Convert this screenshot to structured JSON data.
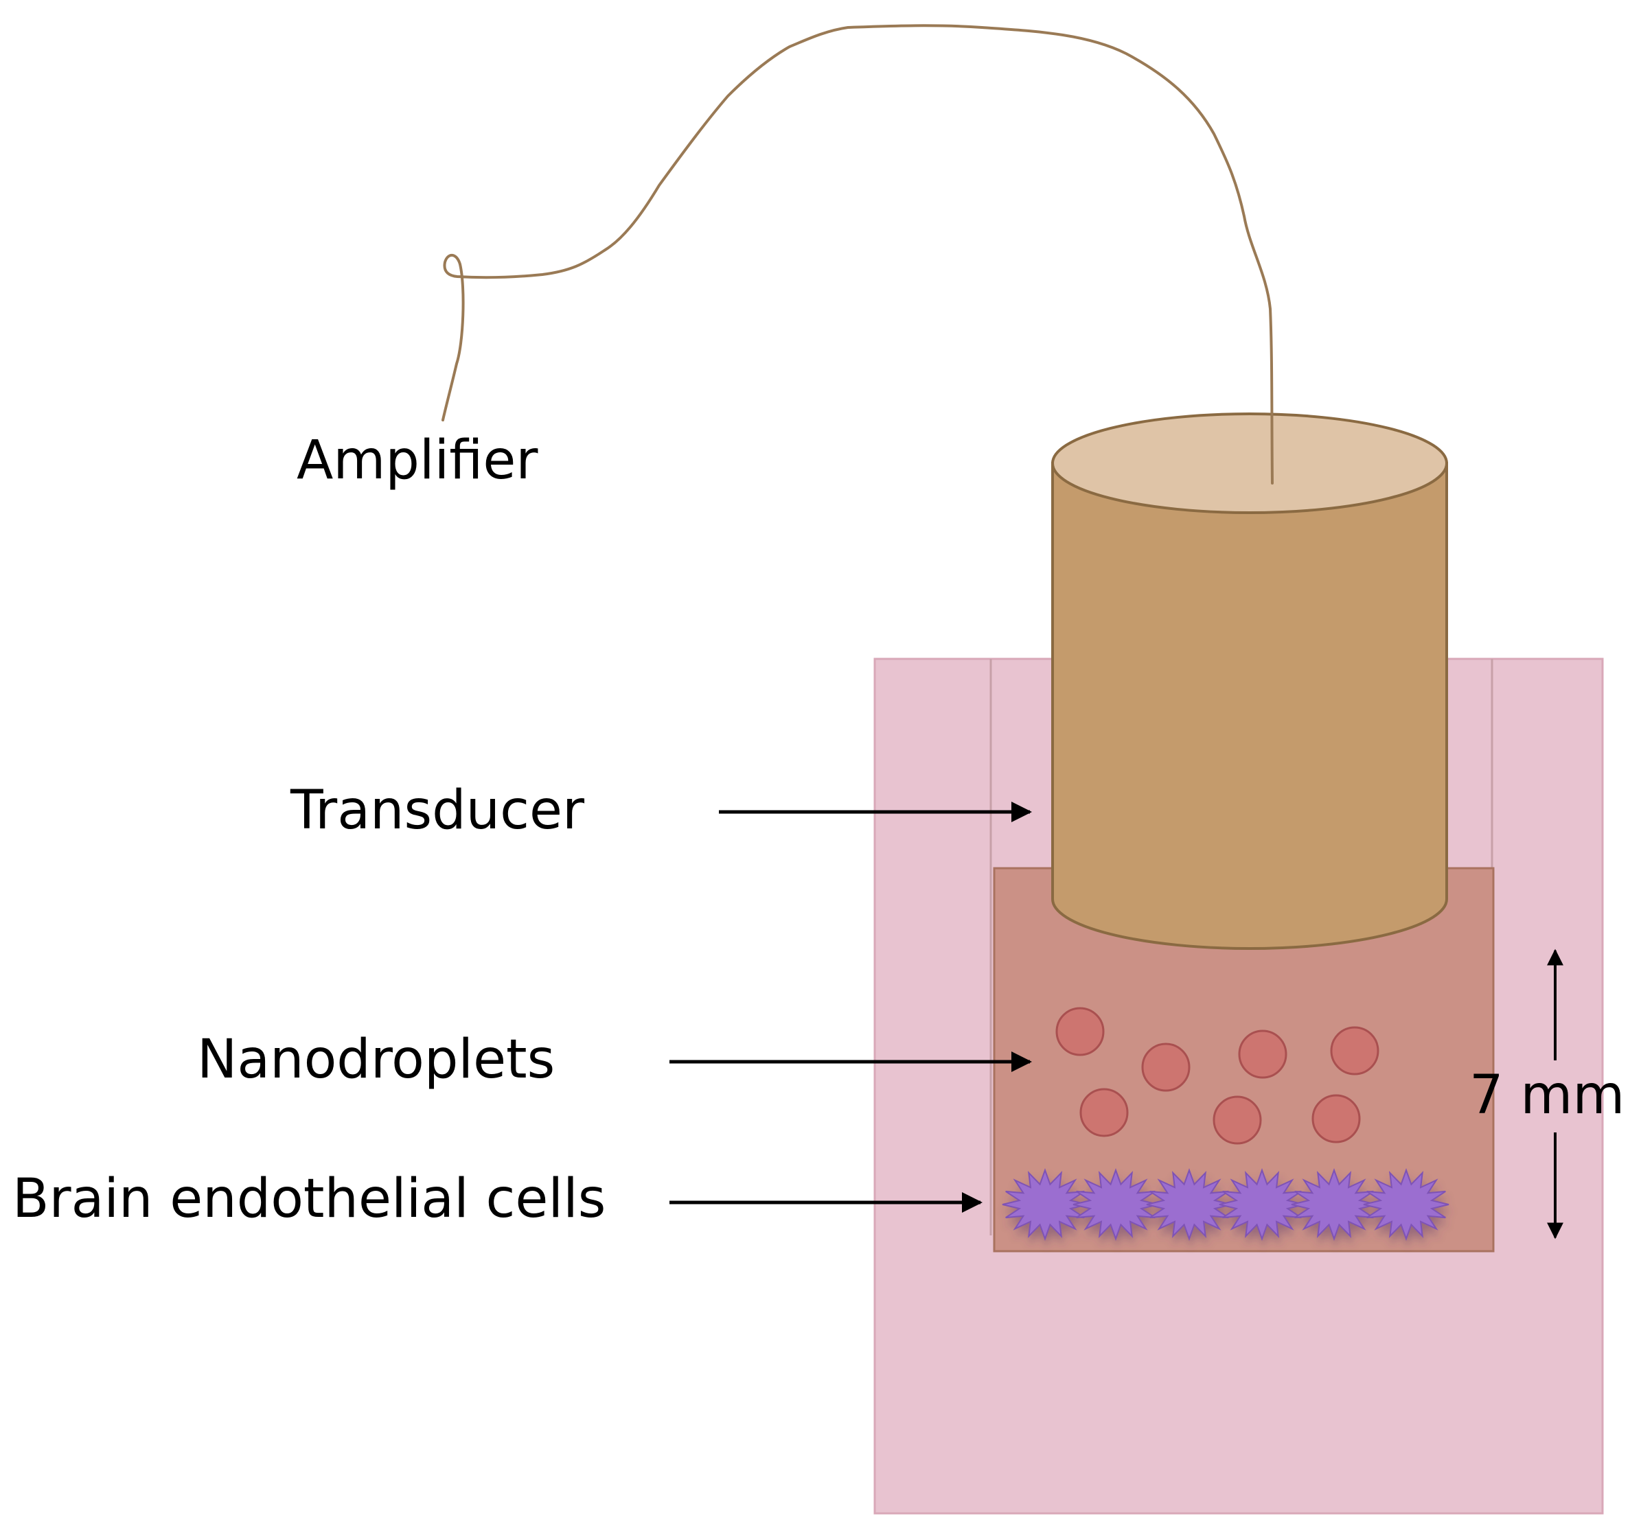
{
  "labels": {
    "amplifier": "Amplifier",
    "transducer": "Transducer",
    "nanodroplets": "Nanodroplets",
    "cells": "Brain endothelial cells",
    "distance": "7 mm"
  },
  "colors": {
    "well_plate": "#e8c3d0",
    "well_edge": "#d9a8b8",
    "medium": "#cb9186",
    "medium_edge": "#a9725f",
    "transducer_body": "#c49b6c",
    "transducer_top": "#dfc4a7",
    "transducer_edge": "#8a6a42",
    "wire": "#9a7a55",
    "droplet": "#cd7570",
    "droplet_edge": "#a95050",
    "cell": "#9b6ed0",
    "arrow": "#000000"
  }
}
